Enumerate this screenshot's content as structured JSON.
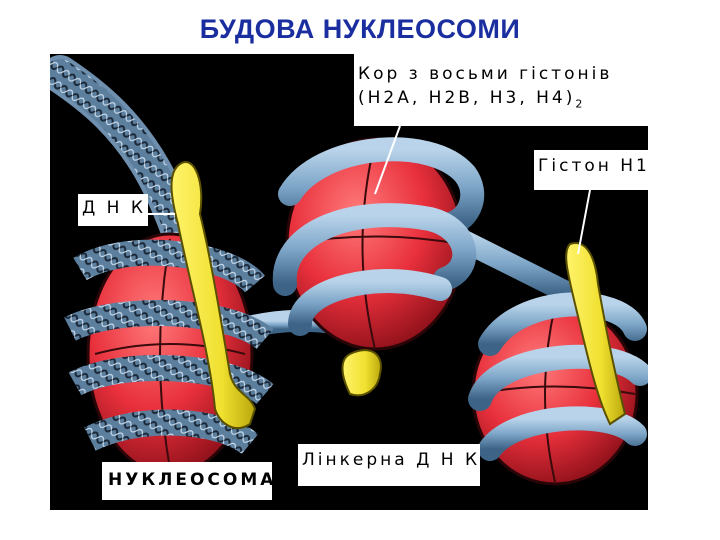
{
  "title": "БУДОВА НУКЛЕОСОМИ",
  "labels": {
    "core_line1": "Кор з восьми гістонів",
    "core_line2": "(H2A, H2B, H3, H4)",
    "core_subscript": "2",
    "histone_h1": "Гістон H1",
    "dna": "Д Н К",
    "nucleosome": "НУКЛЕОСОМА",
    "linker_dna": "Лінкерна Д Н К"
  },
  "colors": {
    "title": "#1a2ea0",
    "background": "#000000",
    "histone_core": "#e8303c",
    "dna_strand": "#7ea6c8",
    "histone_h1": "#f0e030"
  }
}
